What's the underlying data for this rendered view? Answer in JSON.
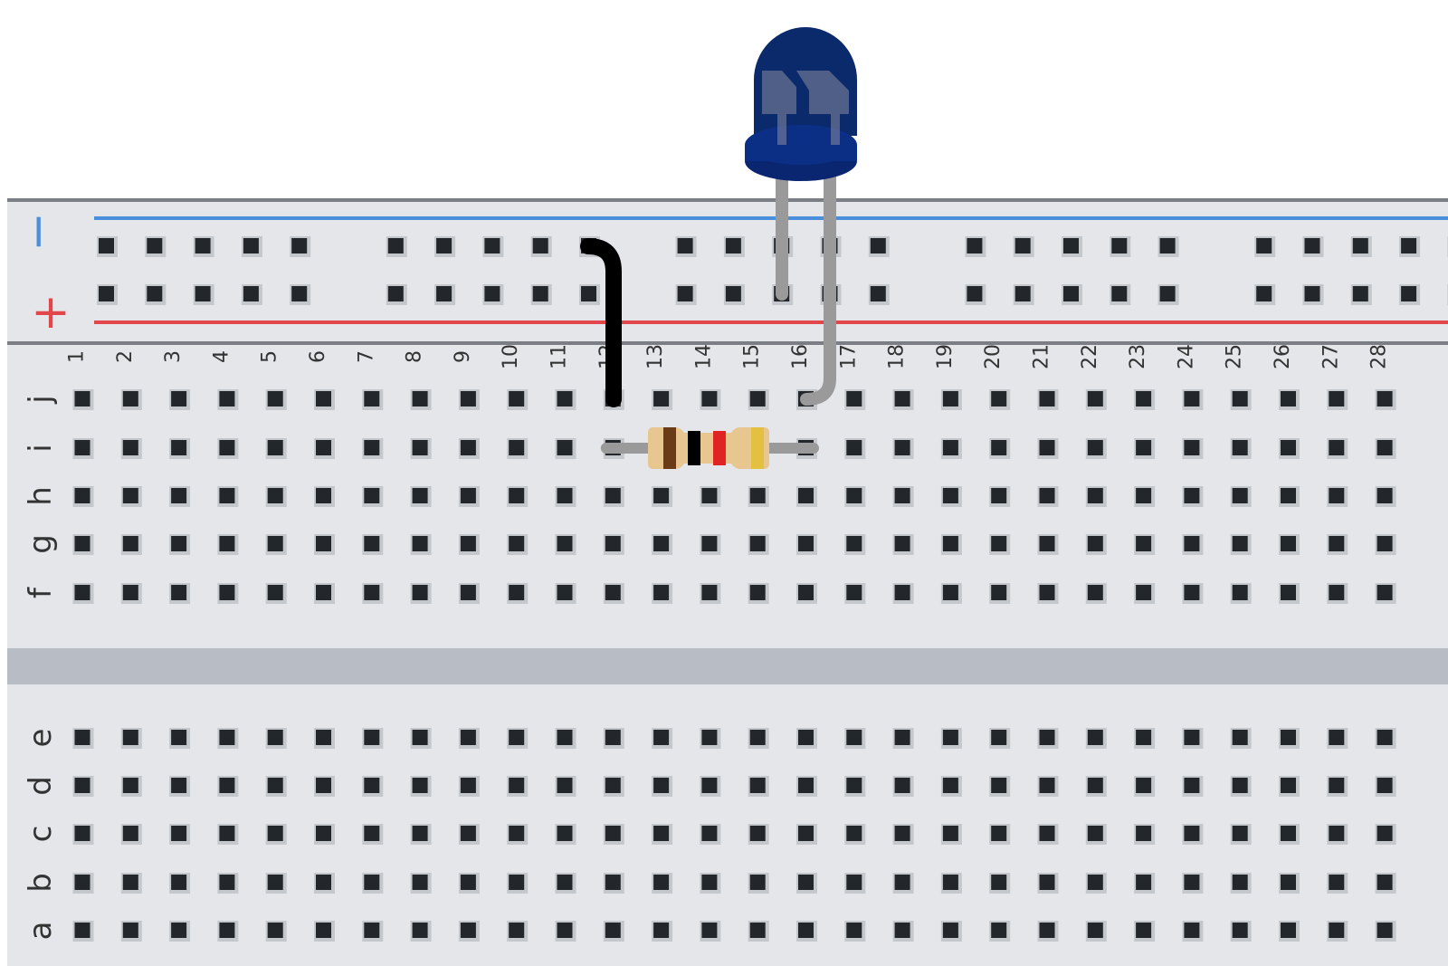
{
  "rails": {
    "top_sign": "−",
    "bottom_sign": "+",
    "top_color": "#4a8fdc",
    "bottom_color": "#e0464a"
  },
  "columns": [
    "1",
    "2",
    "3",
    "4",
    "5",
    "6",
    "7",
    "8",
    "9",
    "10",
    "11",
    "12",
    "13",
    "14",
    "15",
    "16",
    "17",
    "18",
    "19",
    "20",
    "21",
    "22",
    "23",
    "24",
    "25",
    "26",
    "27",
    "28"
  ],
  "rows_top": [
    "j",
    "i",
    "h",
    "g",
    "f"
  ],
  "rows_bottom": [
    "e",
    "d",
    "c",
    "b",
    "a"
  ],
  "colors": {
    "board": "#e4e6ea",
    "channel": "#b8bcc4",
    "hole": "#23262b",
    "hole_shadow": "#c4c7cc",
    "wire": "#000000",
    "led_body": "#0b2a6b",
    "led_leg": "#9a9a9a",
    "resistor_body": "#e8c690",
    "resistor_bands": [
      "#6b3a16",
      "#000000",
      "#e02424",
      "#e3c040"
    ]
  },
  "components": {
    "wire": {
      "from": "rail-top-11",
      "to": "j12"
    },
    "led": {
      "cathode": "rail-bottom-15",
      "anode": "j16"
    },
    "resistor": {
      "from": "i12",
      "to": "i16"
    }
  }
}
